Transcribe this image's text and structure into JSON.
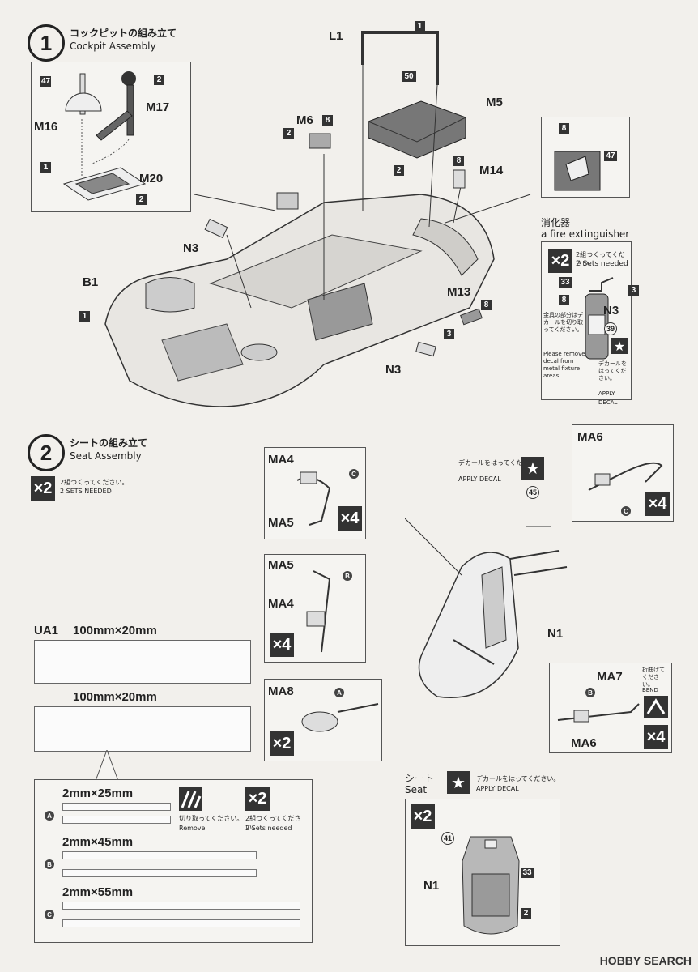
{
  "step1": {
    "number": "1",
    "title_jp": "コックピットの組み立て",
    "title_en": "Cockpit Assembly",
    "inset_parts": [
      "M16",
      "M17",
      "M20"
    ],
    "inset_badges": [
      "47",
      "2",
      "1",
      "2"
    ],
    "parts": [
      "L1",
      "M5",
      "M6",
      "M14",
      "N3",
      "B1",
      "M13",
      "N3"
    ],
    "badges": [
      "1",
      "50",
      "2",
      "8",
      "2",
      "8",
      "1",
      "8",
      "3"
    ],
    "extinguisher": {
      "title_jp": "消化器",
      "title_en": "a fire extinguisher",
      "multiplier": "×2",
      "sets_jp": "2組つくってください。",
      "sets_en": "2 Sets needed",
      "part": "N3",
      "badges": [
        "33",
        "3",
        "8",
        "39"
      ],
      "note_jp": "金具の部分はデカールを切り取ってください。",
      "note_en": "Please remove decal from metal fixture areas.",
      "decal_jp": "デカールをはってください。",
      "decal_en": "APPLY DECAL"
    },
    "bracket_badges": [
      "8",
      "47"
    ]
  },
  "step2": {
    "number": "2",
    "title_jp": "シートの組み立て",
    "title_en": "Seat Assembly",
    "multiplier": "×2",
    "sets_jp": "2組つくってください。",
    "sets_en": "2 SETS NEEDED",
    "belt_boxes": [
      {
        "parts": [
          "MA4",
          "MA5"
        ],
        "mark": "C",
        "mult": "×4"
      },
      {
        "parts": [
          "MA5",
          "MA4"
        ],
        "mark": "B",
        "mult": "×4"
      },
      {
        "parts": [
          "MA8"
        ],
        "mark": "A",
        "mult": "×2"
      },
      {
        "parts": [
          "MA6"
        ],
        "mark": "C",
        "mult": "×4"
      },
      {
        "parts": [
          "MA7",
          "MA6"
        ],
        "mark": "B",
        "mult": "×4",
        "bend_jp": "折曲げてください。",
        "bend_en": "BEND"
      }
    ],
    "decal_jp": "デカールをはってください。",
    "decal_en": "APPLY DECAL",
    "decal_num": "45",
    "seat_part": "N1",
    "ua1": {
      "label": "UA1",
      "size1": "100mm×20mm",
      "size2": "100mm×20mm"
    },
    "straps": [
      {
        "mark": "A",
        "size": "2mm×25mm"
      },
      {
        "mark": "B",
        "size": "2mm×45mm"
      },
      {
        "mark": "C",
        "size": "2mm×55mm"
      }
    ],
    "remove_jp": "切り取ってください。",
    "remove_en": "Remove",
    "strap_mult": "×2",
    "strap_sets_jp": "2組つくってください。",
    "strap_sets_en": "2 Sets needed",
    "seat_box": {
      "title_jp": "シート",
      "title_en": "Seat",
      "decal_jp": "デカールをはってください。",
      "decal_en": "APPLY DECAL",
      "mult": "×2",
      "part": "N1",
      "badges": [
        "41",
        "33",
        "2"
      ]
    }
  },
  "watermark": "HOBBY SEARCH"
}
